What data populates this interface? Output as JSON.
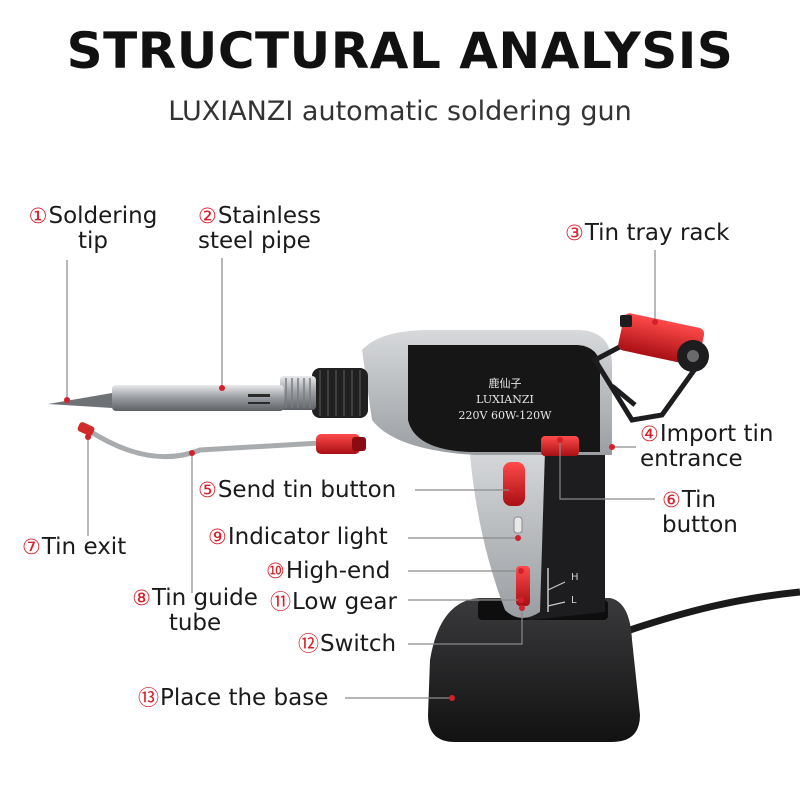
{
  "title": "STRUCTURAL ANALYSIS",
  "subtitle": "LUXIANZI automatic soldering gun",
  "device": {
    "brand_cn": "鹿仙子",
    "brand": "LUXIANZI",
    "spec": "220V 60W-120W",
    "gear_high": "H",
    "gear_low": "L"
  },
  "callouts": [
    {
      "num": "①",
      "line1": "Soldering",
      "line2": "tip"
    },
    {
      "num": "②",
      "line1": "Stainless",
      "line2": "steel pipe"
    },
    {
      "num": "③",
      "line1": "Tin tray rack"
    },
    {
      "num": "④",
      "line1": "Import tin",
      "line2": "entrance"
    },
    {
      "num": "⑤",
      "line1": "Send tin button"
    },
    {
      "num": "⑥",
      "line1": "Tin",
      "line2": "button"
    },
    {
      "num": "⑦",
      "line1": "Tin exit"
    },
    {
      "num": "⑧",
      "line1": "Tin guide",
      "line2": "tube"
    },
    {
      "num": "⑨",
      "line1": "Indicator light"
    },
    {
      "num": "⑩",
      "line1": "High-end"
    },
    {
      "num": "⑪",
      "line1": "Low gear"
    },
    {
      "num": "⑫",
      "line1": "Switch"
    },
    {
      "num": "⑬",
      "line1": "Place the base"
    }
  ],
  "colors": {
    "accent": "#d3202a",
    "body_dark": "#1c1c1e",
    "body_grey": "#b9bcbf"
  }
}
